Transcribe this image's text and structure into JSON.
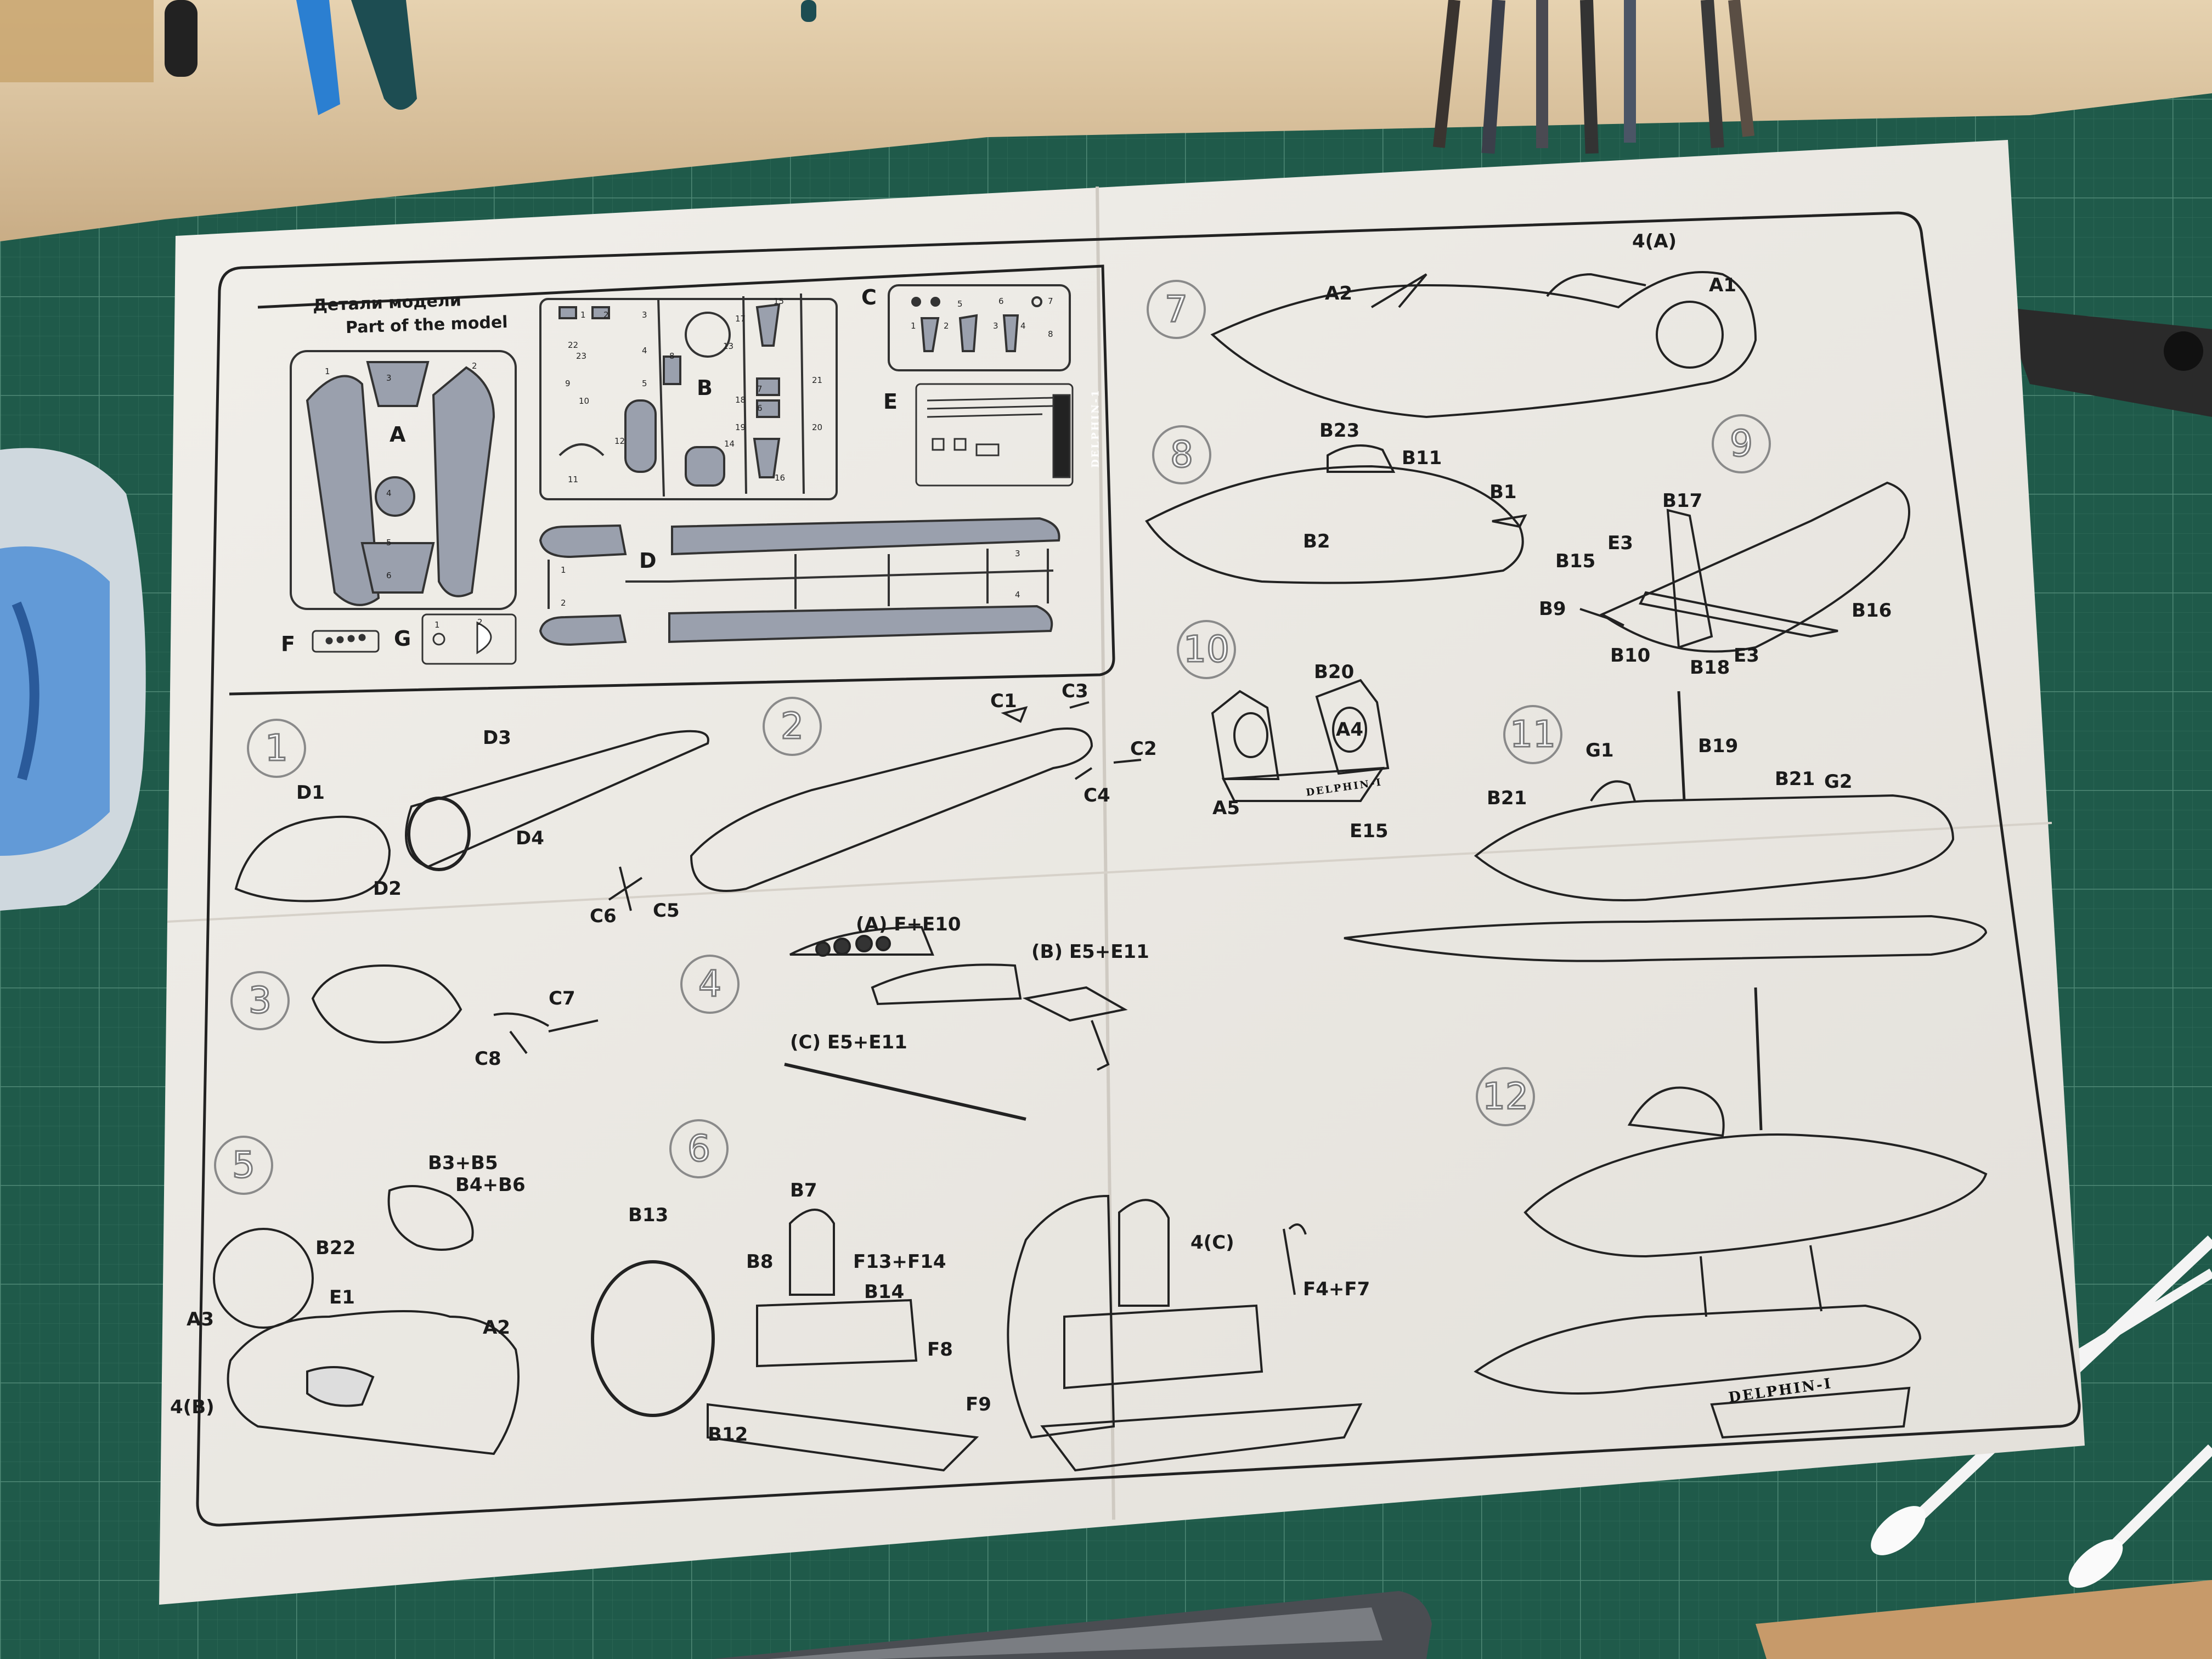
{
  "sheet": {
    "title_ru": "Детали модели",
    "title_en": "Part of the model",
    "sprues": {
      "a": "A",
      "b": "B",
      "c": "C",
      "d": "D",
      "e": "E",
      "f": "F",
      "g": "G"
    },
    "part_numbers": {
      "a": [
        "1",
        "2",
        "3",
        "4",
        "5",
        "6"
      ],
      "b": [
        "1",
        "2",
        "3",
        "4",
        "5",
        "6",
        "7",
        "8",
        "9",
        "10",
        "11",
        "12",
        "13",
        "14",
        "15",
        "16",
        "17",
        "18",
        "19",
        "20",
        "21",
        "22",
        "23"
      ],
      "c": [
        "1",
        "2",
        "3",
        "4",
        "5",
        "6",
        "7",
        "8"
      ],
      "d": [
        "1",
        "2",
        "3",
        "4"
      ],
      "g": [
        "1",
        "2"
      ]
    },
    "etch_brand": "DELPHIN-1"
  },
  "steps": {
    "s1": {
      "num": "1",
      "labels": {
        "d1": "D1",
        "d2": "D2",
        "d3": "D3",
        "d4": "D4"
      }
    },
    "s2": {
      "num": "2",
      "labels": {
        "c1": "C1",
        "c2": "C2",
        "c3": "C3",
        "c4": "C4",
        "c5": "C5",
        "c6": "C6"
      }
    },
    "s3": {
      "num": "3",
      "labels": {
        "c7": "C7",
        "c8": "C8"
      }
    },
    "s4": {
      "num": "4",
      "labels": {
        "a": "(A) F+E10",
        "b": "(B) E5+E11",
        "c": "(C) E5+E11"
      }
    },
    "s5": {
      "num": "5",
      "labels": {
        "b3": "B3+B5",
        "b4": "B4+B6",
        "b22": "B22",
        "e1": "E1",
        "a3": "A3",
        "a2": "A2",
        "ref": "4(B)"
      }
    },
    "s6": {
      "num": "6",
      "labels": {
        "b13": "B13",
        "b7": "B7",
        "b8": "B8",
        "f13": "F13+F14",
        "b14": "B14",
        "f8": "F8",
        "f9": "F9",
        "b12": "B12",
        "ref": "4(C)",
        "f4": "F4+F7"
      }
    },
    "s7": {
      "num": "7",
      "labels": {
        "a2": "A2",
        "a1": "A1",
        "ref": "4(A)"
      }
    },
    "s8": {
      "num": "8",
      "labels": {
        "b23": "B23",
        "b11": "B11",
        "b1": "B1",
        "b2": "B2"
      }
    },
    "s9": {
      "num": "9",
      "labels": {
        "b17": "B17",
        "e3a": "E3",
        "b15": "B15",
        "b9": "B9",
        "b10": "B10",
        "b18": "B18",
        "e3b": "E3",
        "b16": "B16"
      }
    },
    "s10": {
      "num": "10",
      "labels": {
        "b20": "B20",
        "a4": "A4",
        "a5": "A5",
        "e15": "E15"
      }
    },
    "s11": {
      "num": "11",
      "labels": {
        "g1": "G1",
        "b19": "B19",
        "b21a": "B21",
        "b21b": "B21",
        "g2": "G2"
      }
    },
    "s12": {
      "num": "12"
    }
  },
  "stand_brand": "DELPHIN-I",
  "colors": {
    "mat": "#1f5a4a",
    "paper": "#eeebe6",
    "ink": "#1b1b1b",
    "part_fill": "#9aa0ad",
    "wood": "#b48a5c"
  }
}
